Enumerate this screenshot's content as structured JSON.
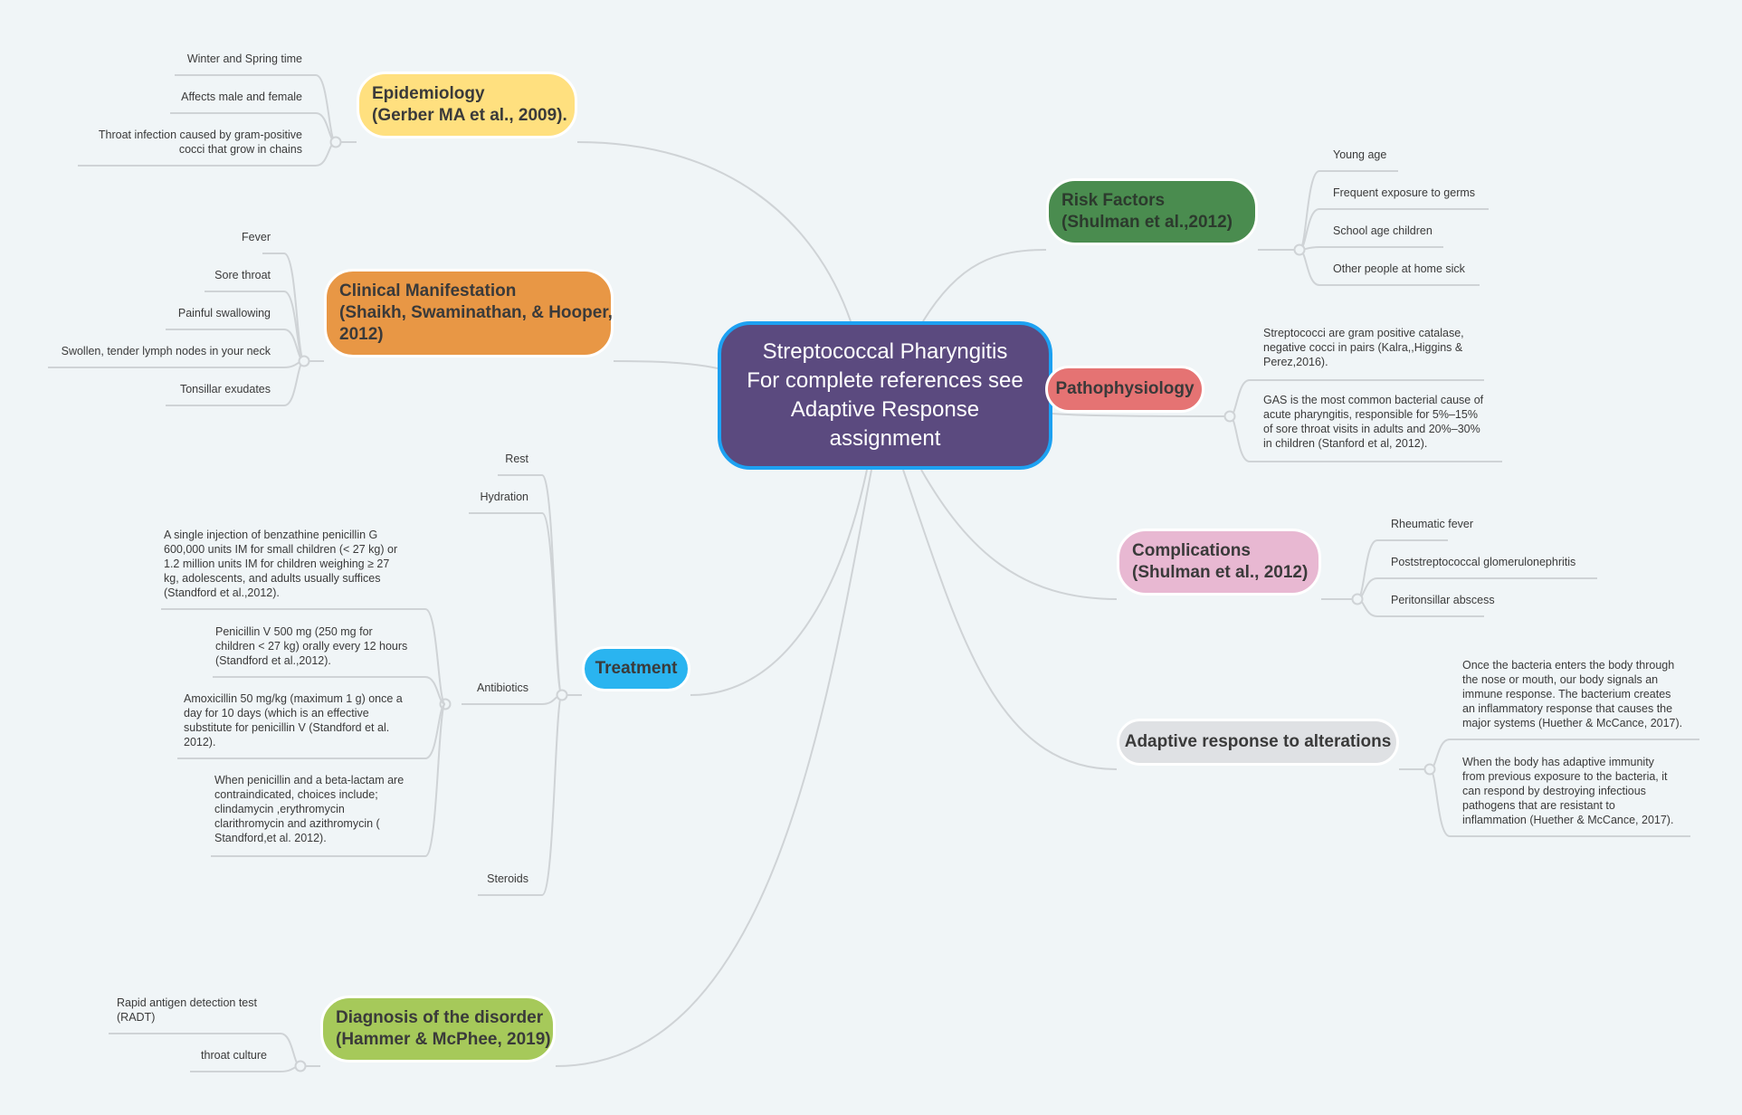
{
  "map": {
    "central": {
      "lines": [
        "Streptococcal Pharyngitis",
        "For complete references see",
        "Adaptive Response",
        "assignment"
      ],
      "color": "#5b4a7f",
      "border_color": "#1da1f2"
    },
    "epidemiology": {
      "lines": [
        "Epidemiology",
        "(Gerber MA et al., 2009)."
      ],
      "color": "#ffe07f",
      "items": [
        [
          "Winter and Spring time"
        ],
        [
          "Affects male and female"
        ],
        [
          "Throat infection caused by gram-positive",
          "cocci that grow in chains"
        ]
      ]
    },
    "clinical": {
      "lines": [
        "Clinical Manifestation",
        "(Shaikh, Swaminathan, & Hooper,",
        "2012)"
      ],
      "color": "#e89745",
      "items": [
        [
          "Fever"
        ],
        [
          "Sore throat"
        ],
        [
          "Painful swallowing"
        ],
        [
          "Swollen, tender lymph nodes in your neck"
        ],
        [
          "Tonsillar exudates"
        ]
      ]
    },
    "treatment": {
      "lines": [
        "Treatment"
      ],
      "color": "#2ab4f0",
      "rest": "Rest",
      "hydration": "Hydration",
      "antibiotics_label": "Antibiotics",
      "steroids": "Steroids",
      "antibiotics": [
        [
          "A single injection of benzathine penicillin G",
          "600,000 units IM for small children (< 27 kg) or",
          "1.2 million units IM for children weighing ≥ 27",
          "kg, adolescents, and adults usually suffices",
          "(Standford et al.,2012)."
        ],
        [
          "Penicillin V 500 mg (250 mg for",
          "children < 27 kg) orally every 12 hours",
          "(Standford et al.,2012)."
        ],
        [
          "Amoxicillin 50 mg/kg (maximum 1 g) once a",
          "day for 10 days (which is an effective",
          "substitute for penicillin V (Standford et al.",
          "2012)."
        ],
        [
          "When penicillin and a beta-lactam are",
          "contraindicated, choices include;",
          "clindamycin ,erythromycin",
          "clarithromycin and azithromycin (",
          "Standford,et al. 2012)."
        ]
      ]
    },
    "diagnosis": {
      "lines": [
        "Diagnosis of the disorder",
        "(Hammer & McPhee, 2019)"
      ],
      "color": "#a6c95a",
      "items": [
        [
          "Rapid antigen detection test",
          "(RADT)"
        ],
        [
          "throat culture"
        ]
      ]
    },
    "risk": {
      "lines": [
        "Risk Factors",
        "(Shulman et al.,2012)"
      ],
      "color": "#4a8c4f",
      "items": [
        [
          "Young age"
        ],
        [
          "Frequent exposure to germs"
        ],
        [
          "School age children"
        ],
        [
          "Other people at home sick"
        ]
      ]
    },
    "patho": {
      "lines": [
        "Pathophysiology"
      ],
      "color": "#e57373",
      "items": [
        [
          "Streptococci are gram positive catalase,",
          "negative cocci in pairs (Kalra,,Higgins &",
          "Perez,2016)."
        ],
        [
          "GAS is the most common bacterial cause of",
          "acute pharyngitis, responsible for 5%–15%",
          "of sore throat visits in adults and 20%–30%",
          "in children (Stanford et al, 2012)."
        ]
      ]
    },
    "complications": {
      "lines": [
        "Complications",
        "(Shulman et al., 2012)"
      ],
      "color": "#e8b8d2",
      "items": [
        [
          "Rheumatic fever"
        ],
        [
          "Poststreptococcal glomerulonephritis"
        ],
        [
          "Peritonsillar abscess"
        ]
      ]
    },
    "adaptive": {
      "lines": [
        "Adaptive response to alterations"
      ],
      "color": "#dfe1e4",
      "items": [
        [
          "Once the bacteria enters the body through",
          "the nose or mouth, our body signals an",
          "immune response. The bacterium creates",
          "an inflammatory response that causes the",
          "major systems (Huether & McCance, 2017)."
        ],
        [
          "When the body has adaptive immunity",
          "from previous exposure to the bacteria, it",
          "can respond by destroying infectious",
          "pathogens that are resistant  to",
          "inflammation (Huether & McCance, 2017)."
        ]
      ]
    },
    "line_color": "#cfd3d6"
  }
}
